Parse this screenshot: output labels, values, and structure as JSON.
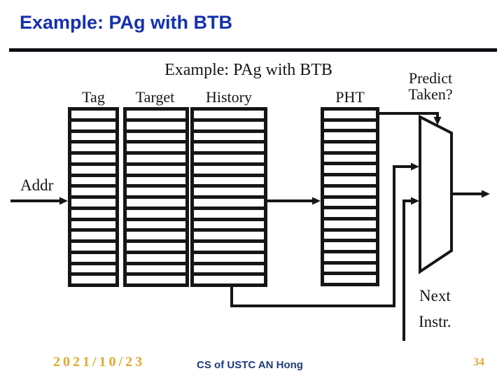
{
  "slide": {
    "title": "Example: PAg with BTB"
  },
  "diagram": {
    "title": "Example: PAg with BTB",
    "labels": {
      "tag": "Tag",
      "target": "Target",
      "history": "History",
      "pht": "PHT",
      "predict_line1": "Predict",
      "predict_line2": "Taken?",
      "addr": "Addr",
      "next_line1": "Next",
      "next_line2": "Instr."
    },
    "btb_rows": 16,
    "pht_rows": 16
  },
  "footer": {
    "date": "2021/10/23",
    "credit": "CS of USTC AN Hong",
    "page": "34"
  },
  "colors": {
    "title_blue": "#1531ae",
    "footer_gold": "#dcab33",
    "credit_navy": "#1e3a7c",
    "diagram_ink": "#161616"
  }
}
